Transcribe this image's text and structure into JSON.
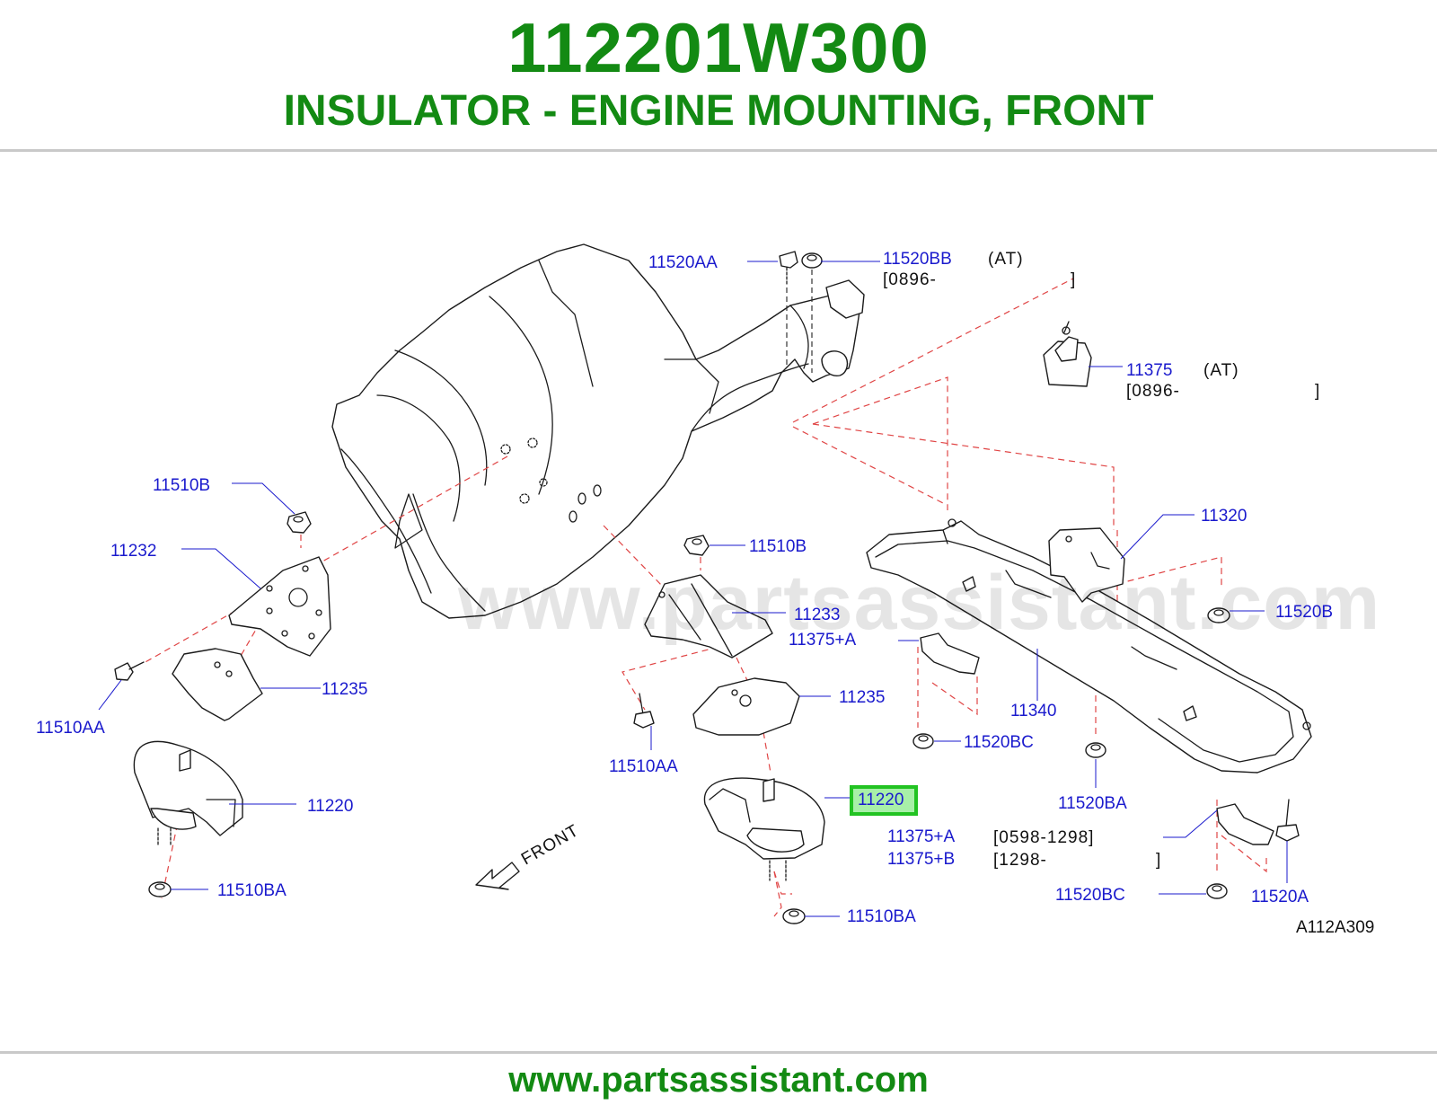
{
  "header": {
    "part_number": "112201W300",
    "part_name": "INSULATOR - ENGINE MOUNTING, FRONT"
  },
  "diagram": {
    "code": "A112A309",
    "watermark": "www.partsassistant.com",
    "front_label": "FRONT",
    "highlighted_callout": "11220",
    "callouts": {
      "c_11520AA": "11520AA",
      "c_11520BB": "11520BB",
      "c_11375_top": "11375",
      "c_11510B_left": "11510B",
      "c_11232": "11232",
      "c_11510AA_left": "11510AA",
      "c_11235_left": "11235",
      "c_11220_left": "11220",
      "c_11510BA_left": "11510BA",
      "c_11510B_mid": "11510B",
      "c_11233": "11233",
      "c_11375A_mid": "11375+A",
      "c_11235_mid": "11235",
      "c_11510AA_mid": "11510AA",
      "c_11220_highlight": "11220",
      "c_11375A_low": "11375+A",
      "c_11375B_low": "11375+B",
      "c_11510BA_mid": "11510BA",
      "c_11320": "11320",
      "c_11520B": "11520B",
      "c_11340": "11340",
      "c_11520BC_mid": "11520BC",
      "c_11520BA": "11520BA",
      "c_11520BC_low": "11520BC",
      "c_11520A": "11520A"
    },
    "notes": {
      "n_bb_at": "(AT)",
      "n_bb_range": "[0896-",
      "n_bb_close": "]",
      "n_11375_at": "(AT)",
      "n_11375_range": "[0896-",
      "n_11375_close": "]",
      "n_a_range": "[0598-1298]",
      "n_b_range": "[1298-",
      "n_b_close": "]"
    },
    "colors": {
      "title_green": "#138a13",
      "callout_blue": "#1a1acd",
      "highlight_green": "#22c322",
      "highlight_fill": "#a8f0a8",
      "dash_red": "#e04545"
    }
  },
  "footer": {
    "url_label": "www.partsassistant.com"
  }
}
